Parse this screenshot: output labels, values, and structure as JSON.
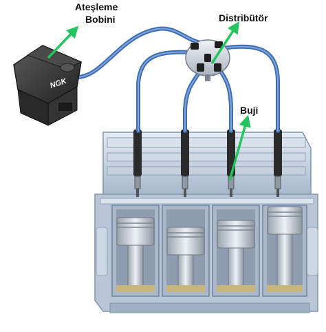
{
  "labels": {
    "ignition_coil_line1": "Ateşleme",
    "ignition_coil_line2": "Bobini",
    "distributor": "Distribütör",
    "spark_plug": "Buji"
  },
  "coil_brand": "NGK",
  "colors": {
    "arrow": "#22c55e",
    "wire": "#4f7fc4",
    "wire_core": "#7ea6df",
    "engine_block": "#c7d3e2",
    "engine_shadow": "#8ea2bb",
    "piston": "#d7dce3",
    "oil": "#c9b57a",
    "coil_body": "#3a3a3a",
    "label_text": "#111111"
  }
}
